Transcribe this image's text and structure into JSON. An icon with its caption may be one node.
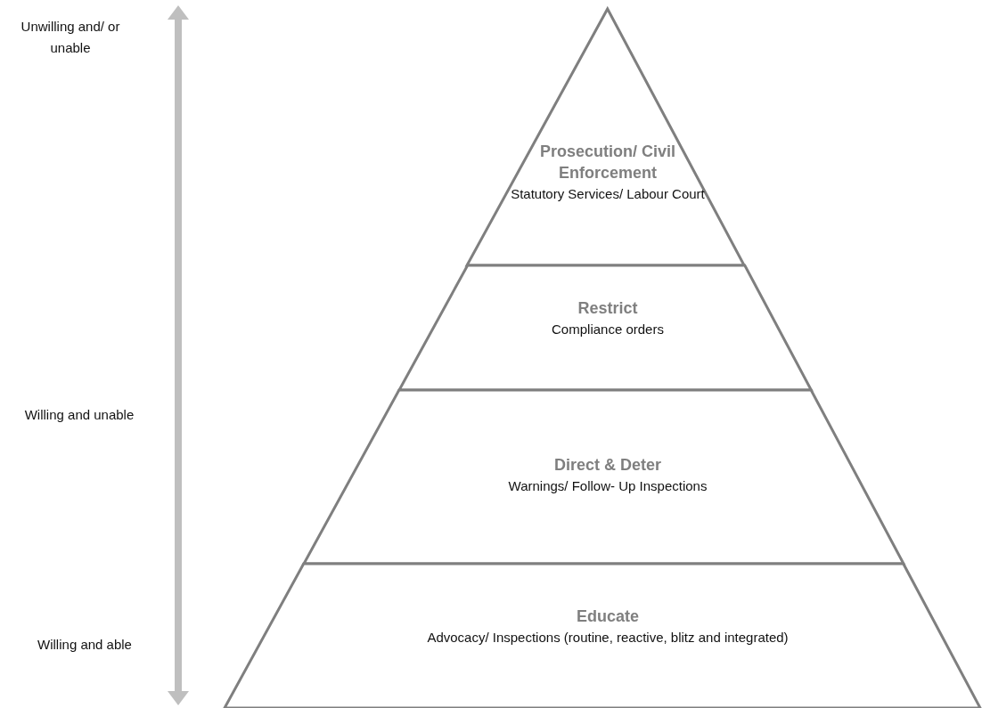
{
  "diagram": {
    "nodes": [
      {
        "text": [
          "Prosecution/ Civil Enforcement",
          "Statutory Services/ Labour Court"
        ]
      },
      {
        "text": [
          "Restrict",
          "Compliance orders"
        ]
      },
      {
        "text": [
          "Direct & Deter",
          "Warnings/ Follow- Up Inspections"
        ]
      },
      {
        "text": [
          "Educate",
          "Advocacy/ Inspections (routine, reactive, blitz and integrated)"
        ]
      }
    ],
    "labels": [
      "Unwilling and/ or unable",
      "Willing and unable",
      "Willing and able"
    ]
  }
}
